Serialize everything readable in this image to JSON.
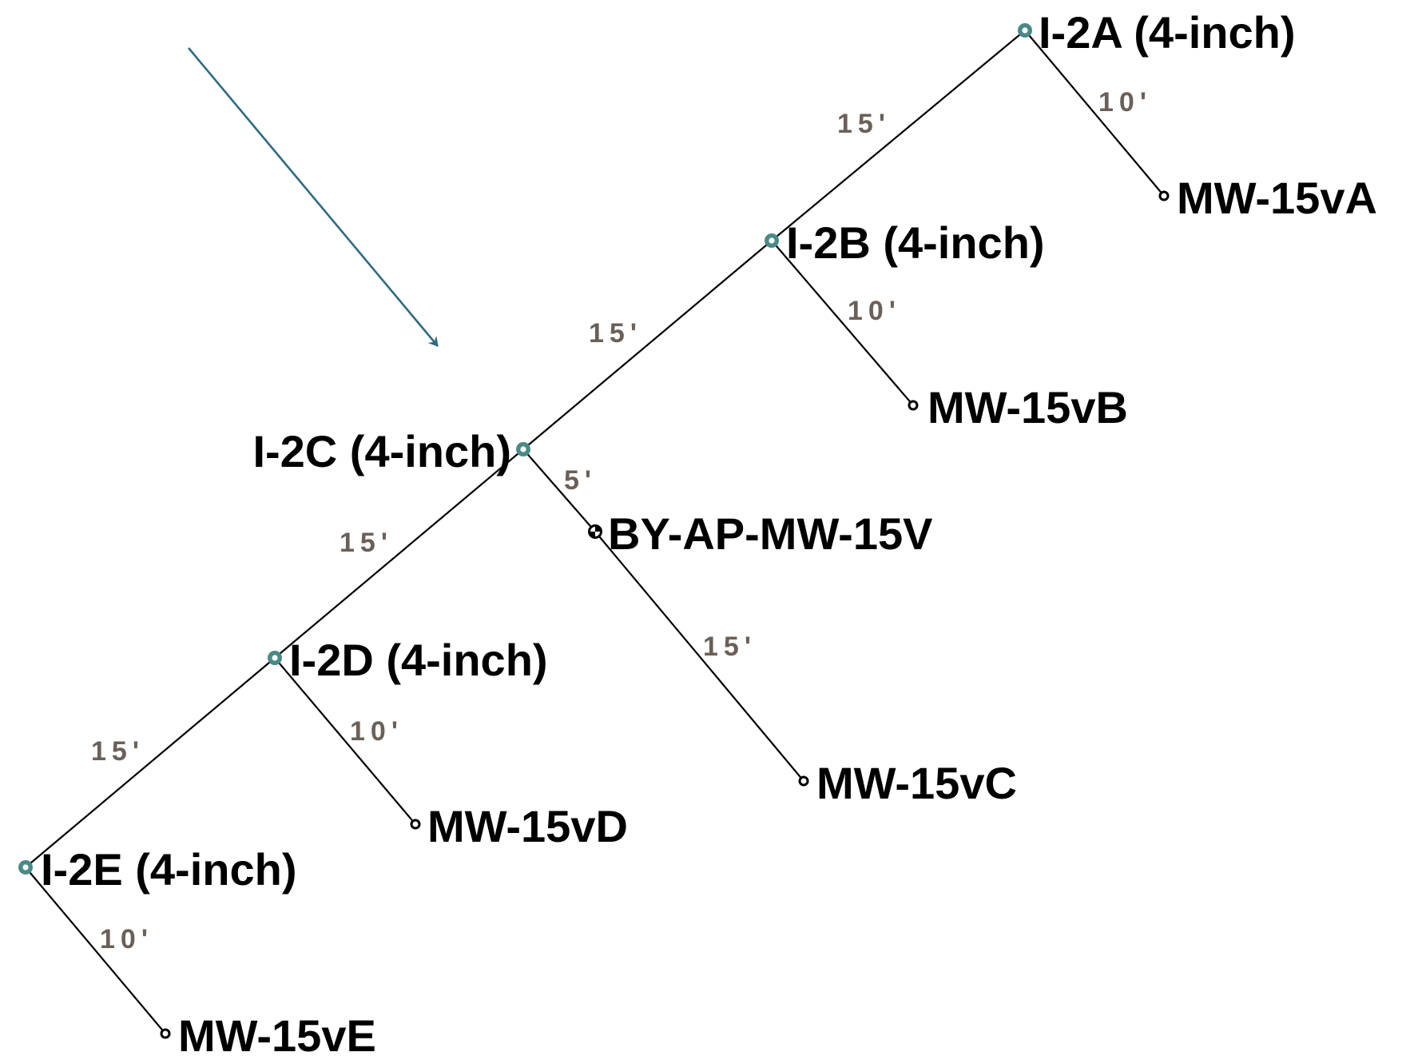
{
  "colors": {
    "line": "#000000",
    "label": "#000000",
    "distance": "#6b6058",
    "injection_well": "#4a8a86",
    "arrow": "#2f6b80",
    "background": "#ffffff"
  },
  "injection_wells": {
    "i2a": "I-2A (4-inch)",
    "i2b": "I-2B (4-inch)",
    "i2c": "I-2C (4-inch)",
    "i2d": "I-2D (4-inch)",
    "i2e": "I-2E (4-inch)"
  },
  "monitoring_wells": {
    "mw15va": "MW-15vA",
    "mw15vb": "MW-15vB",
    "mw15vc": "MW-15vC",
    "mw15vd": "MW-15vD",
    "mw15ve": "MW-15vE",
    "byap": "BY-AP-MW-15V"
  },
  "distances": {
    "i2a_i2b": "15'",
    "i2b_i2c": "15'",
    "i2c_i2d": "15'",
    "i2d_i2e": "15'",
    "i2a_mw15va": "10'",
    "i2b_mw15vb": "10'",
    "i2c_byap": "5'",
    "byap_mw15vc": "15'",
    "i2d_mw15vd": "10'",
    "i2e_mw15ve": "10'"
  },
  "icons": {
    "injection_well": "bullseye-node-icon",
    "monitoring_well": "small-ring-node-icon",
    "existing_well": "half-filled-node-icon",
    "direction": "arrow-icon"
  }
}
